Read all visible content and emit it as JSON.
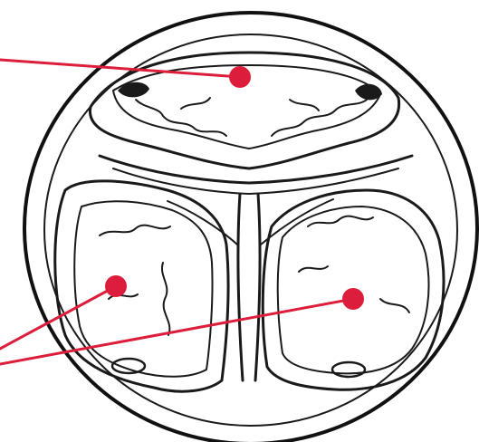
{
  "colors": {
    "ink": "#1a1a1a",
    "marker": "#dc1e3c",
    "background": "#ffffff"
  },
  "markers": [
    {
      "id": "upper-locule"
    },
    {
      "id": "left-locule"
    },
    {
      "id": "right-locule"
    }
  ]
}
